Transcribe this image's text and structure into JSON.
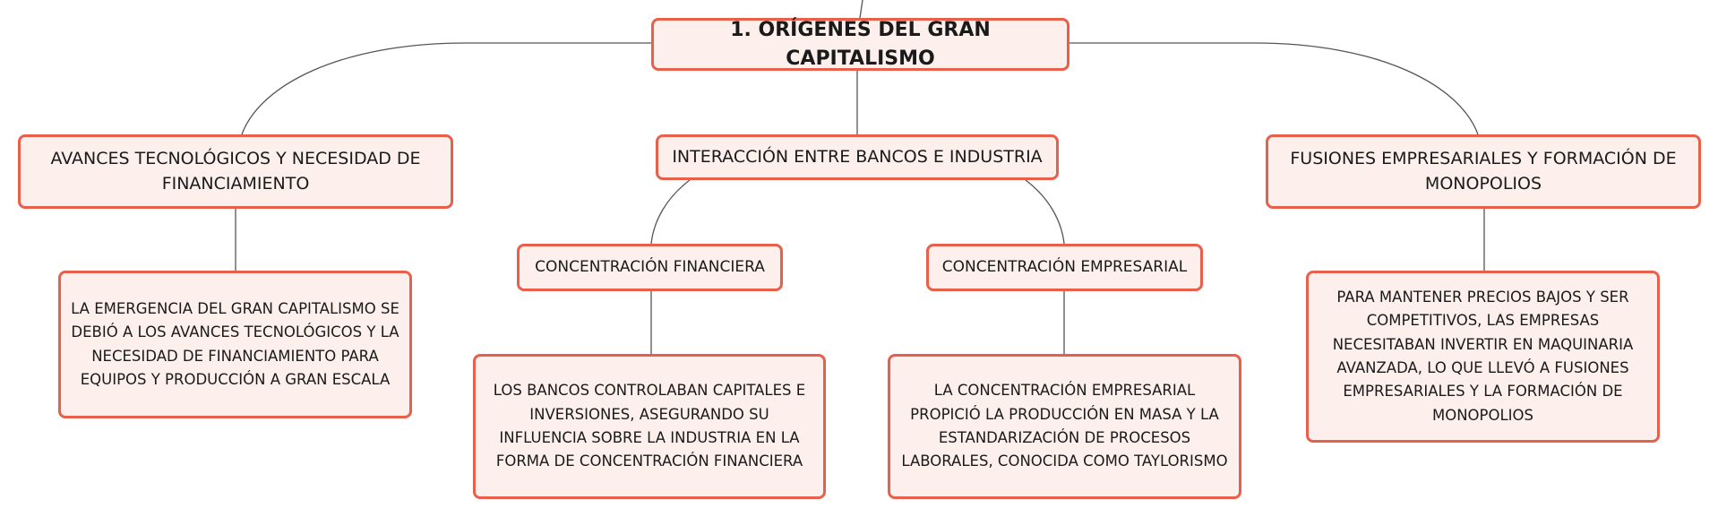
{
  "diagram": {
    "colors": {
      "node_border": "#e8604c",
      "node_fill": "#fdf0ec",
      "connector": "#555555",
      "text": "#1a1a1a"
    },
    "nodes": {
      "root": "1. ORÍGENES DEL GRAN CAPITALISMO",
      "avances": "AVANCES TECNOLÓGICOS Y NECESIDAD DE FINANCIAMIENTO",
      "interaccion": "INTERACCIÓN ENTRE BANCOS E INDUSTRIA",
      "fusiones": "FUSIONES EMPRESARIALES Y FORMACIÓN DE MONOPOLIOS",
      "conc_financiera": "CONCENTRACIÓN FINANCIERA",
      "conc_empresarial": "CONCENTRACIÓN EMPRESARIAL",
      "avances_detalle": "LA EMERGENCIA DEL GRAN CAPITALISMO SE DEBIÓ A LOS AVANCES TECNOLÓGICOS Y LA NECESIDAD DE FINANCIAMIENTO PARA EQUIPOS Y PRODUCCIÓN A GRAN ESCALA",
      "financiera_detalle": "LOS BANCOS CONTROLABAN CAPITALES E INVERSIONES, ASEGURANDO SU INFLUENCIA SOBRE LA INDUSTRIA EN LA FORMA DE CONCENTRACIÓN FINANCIERA",
      "empresarial_detalle": "LA CONCENTRACIÓN EMPRESARIAL PROPICIÓ LA PRODUCCIÓN EN MASA Y LA ESTANDARIZACIÓN DE PROCESOS LABORALES, CONOCIDA COMO TAYLORISMO",
      "fusiones_detalle": "PARA MANTENER PRECIOS BAJOS Y SER COMPETITIVOS, LAS EMPRESAS NECESITABAN INVERTIR EN MAQUINARIA AVANZADA, LO QUE LLEVÓ A FUSIONES EMPRESARIALES Y LA FORMACIÓN DE MONOPOLIOS"
    },
    "edges": [
      [
        "root",
        "avances"
      ],
      [
        "root",
        "interaccion"
      ],
      [
        "root",
        "fusiones"
      ],
      [
        "interaccion",
        "conc_financiera"
      ],
      [
        "interaccion",
        "conc_empresarial"
      ],
      [
        "avances",
        "avances_detalle"
      ],
      [
        "conc_financiera",
        "financiera_detalle"
      ],
      [
        "conc_empresarial",
        "empresarial_detalle"
      ],
      [
        "fusiones",
        "fusiones_detalle"
      ]
    ]
  }
}
